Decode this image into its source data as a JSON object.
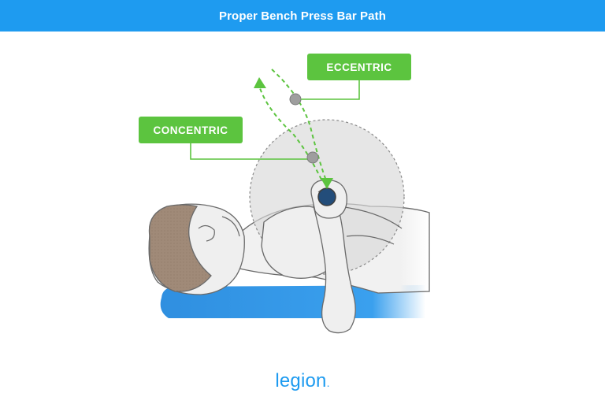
{
  "header": {
    "title": "Proper Bench Press Bar Path"
  },
  "diagram": {
    "eccentric_label": "ECCENTRIC",
    "concentric_label": "CONCENTRIC",
    "colors": {
      "header": "#1e9bf0",
      "label": "#5cc43f",
      "path": "#5cc43f",
      "barbell": "#234d7a",
      "bench": "#3a9de8",
      "hair": "#a08a78",
      "range_circle": "#d9d9d9"
    }
  },
  "footer": {
    "logo": "legion",
    "logo_mark": "."
  }
}
